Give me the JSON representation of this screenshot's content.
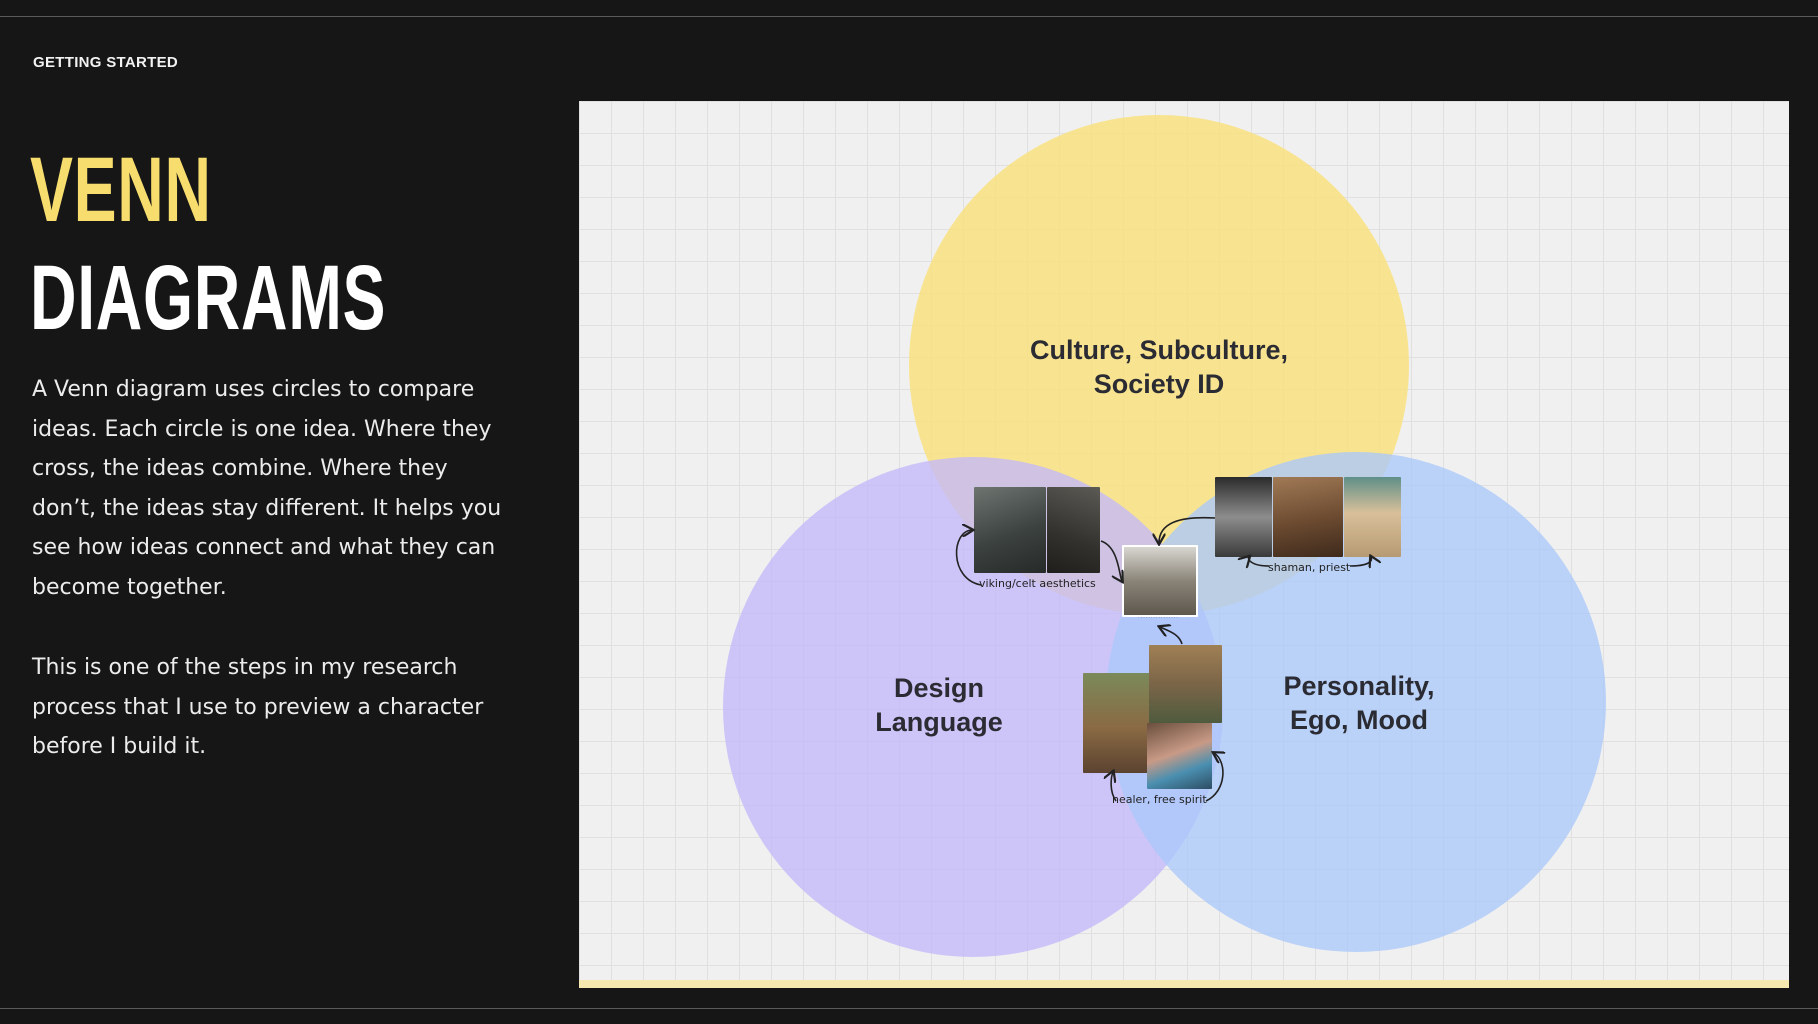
{
  "header": {
    "section_label": "GETTING STARTED"
  },
  "title": {
    "line1": "VENN",
    "line2": "DIAGRAMS"
  },
  "description": {
    "paragraph1": "A Venn diagram uses circles to compare ideas. Each circle is one idea. Where they cross, the ideas combine. Where they don’t, the ideas stay different. It helps you see how ideas connect and what they can become together.",
    "paragraph2": "This is one of the steps in my research process that I use to preview a character before I build it."
  },
  "colors": {
    "title_accent": "#f7dd6e",
    "culture_circle": "#f8e08a",
    "design_circle": "#c9c0fa",
    "personality_circle": "#b7d0f6"
  },
  "venn": {
    "sets": [
      {
        "id": "culture",
        "label_line1": "Culture, Subculture,",
        "label_line2": "Society ID"
      },
      {
        "id": "design",
        "label_line1": "Design",
        "label_line2": "Language"
      },
      {
        "id": "personality",
        "label_line1": "Personality,",
        "label_line2": "Ego, Mood"
      }
    ],
    "intersections": [
      {
        "sets": [
          "culture",
          "design"
        ],
        "caption": "viking/celt aesthetics"
      },
      {
        "sets": [
          "culture",
          "personality"
        ],
        "caption": "shaman, priest"
      },
      {
        "sets": [
          "design",
          "personality"
        ],
        "caption": "healer, free spirit"
      }
    ]
  }
}
